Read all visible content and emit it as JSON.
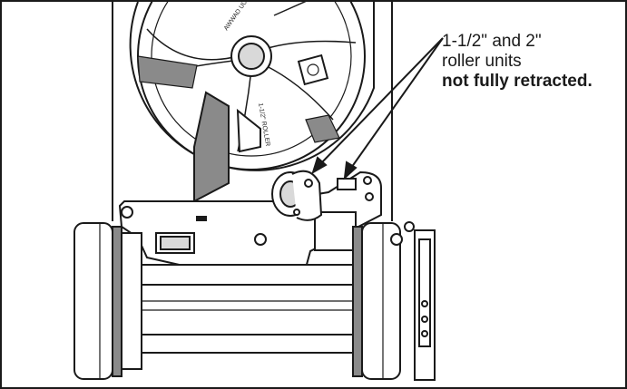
{
  "callout": {
    "line1": "1-1/2\" and 2\"",
    "line2": "roller units",
    "line3": "not fully retracted."
  },
  "blade_label": {
    "top_text": "AWWAD UUS",
    "bottom_text": "1-1/2\" ROLLER"
  },
  "colors": {
    "ink": "#1a1a1a",
    "shade": "#8a8a8a",
    "light": "#d9d9d9",
    "paper": "#ffffff"
  }
}
